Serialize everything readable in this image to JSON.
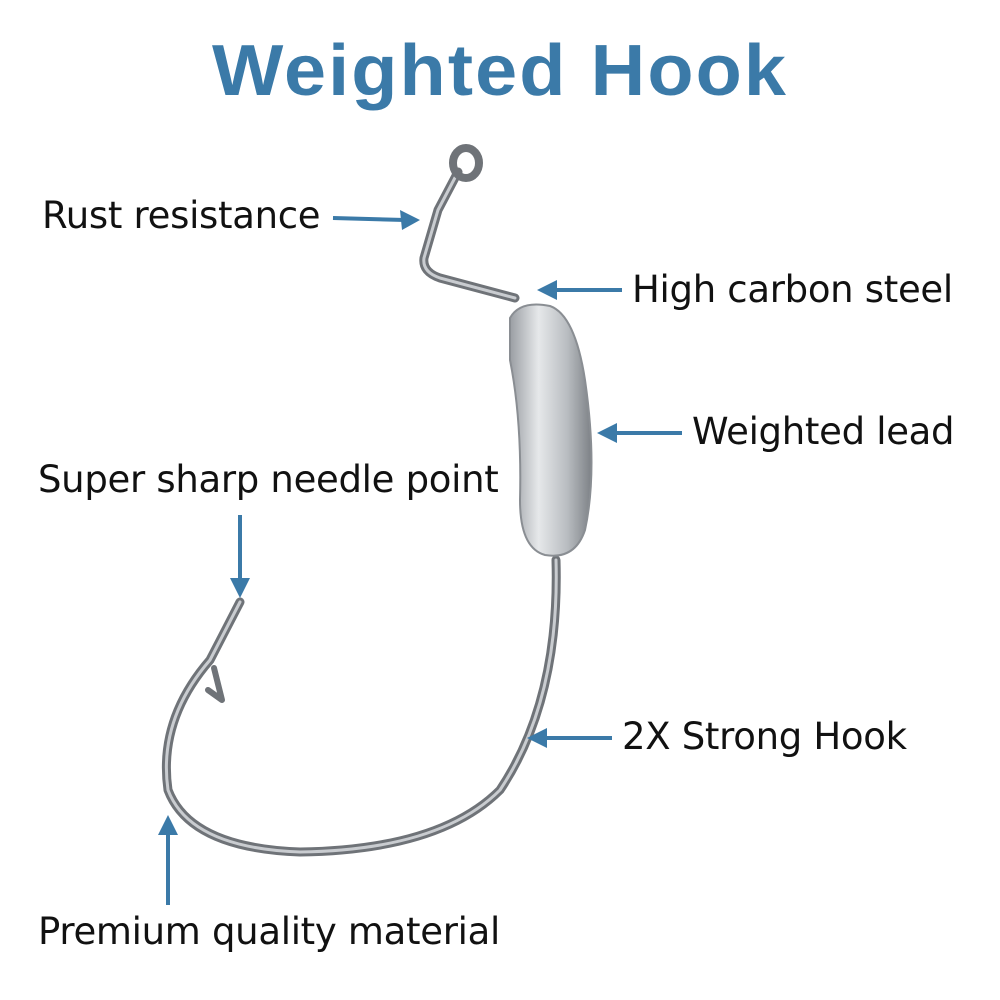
{
  "title": "Weighted Hook",
  "accent_color": "#3b7aa8",
  "labels": {
    "rust": "Rust resistance",
    "carbon": "High carbon steel",
    "lead": "Weighted lead",
    "needle": "Super sharp needle point",
    "strong": "2X Strong Hook",
    "premium": "Premium quality material"
  }
}
